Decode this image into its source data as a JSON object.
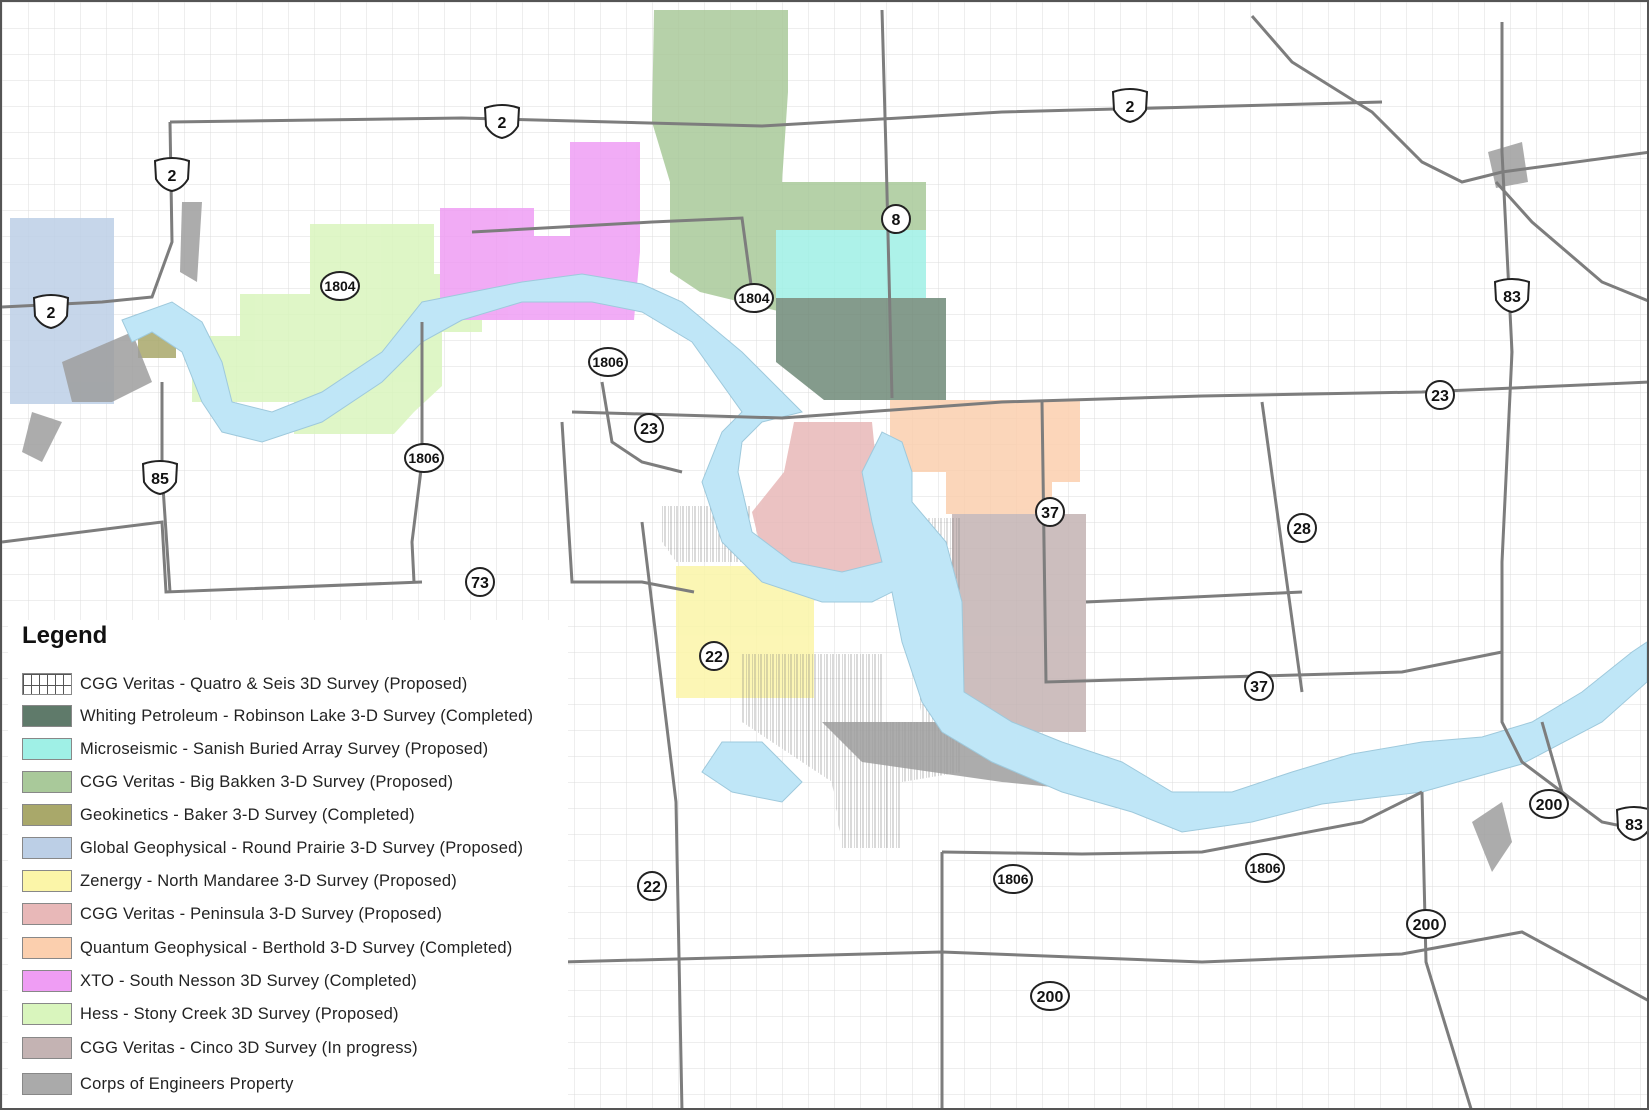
{
  "legend": {
    "title": "Legend",
    "items": [
      {
        "label": "CGG Veritas - Quatro & Seis 3D Survey (Proposed)",
        "color": "#ffffff",
        "pattern": "grid"
      },
      {
        "label": "Whiting Petroleum - Robinson Lake 3-D Survey (Completed)",
        "color": "#5f7a6a"
      },
      {
        "label": "Microseismic - Sanish Buried Array Survey (Proposed)",
        "color": "#9ff0e6"
      },
      {
        "label": "CGG Veritas - Big Bakken 3-D Survey (Proposed)",
        "color": "#a9c99a"
      },
      {
        "label": "Geokinetics - Baker 3-D Survey (Completed)",
        "color": "#a9a86a"
      },
      {
        "label": "Global Geophysical - Round Prairie 3-D Survey (Proposed)",
        "color": "#bccfe6"
      },
      {
        "label": "Zenergy - North Mandaree 3-D Survey (Proposed)",
        "color": "#fbf5a8"
      },
      {
        "label": "CGG Veritas - Peninsula 3-D Survey (Proposed)",
        "color": "#e8b8b8"
      },
      {
        "label": "Quantum Geophysical - Berthold 3-D Survey (Completed)",
        "color": "#fbcfae"
      },
      {
        "label": "XTO - South Nesson 3D Survey (Completed)",
        "color": "#ef9df4"
      },
      {
        "label": "Hess - Stony Creek 3D Survey (Proposed)",
        "color": "#d9f5bd"
      },
      {
        "label": "CGG Veritas - Cinco 3D Survey (In progress)",
        "color": "#c4b3b3"
      },
      {
        "label": "Corps of Engineers Property",
        "color": "#aaaaaa"
      }
    ]
  },
  "shields": {
    "us": [
      {
        "label": "2"
      },
      {
        "label": "2"
      },
      {
        "label": "2"
      },
      {
        "label": "2"
      },
      {
        "label": "85"
      },
      {
        "label": "83"
      },
      {
        "label": "83"
      }
    ],
    "state": [
      {
        "label": "1804"
      },
      {
        "label": "1804"
      },
      {
        "label": "1806"
      },
      {
        "label": "1806"
      },
      {
        "label": "1806"
      },
      {
        "label": "1806"
      },
      {
        "label": "8"
      },
      {
        "label": "23"
      },
      {
        "label": "23"
      },
      {
        "label": "73"
      },
      {
        "label": "22"
      },
      {
        "label": "22"
      },
      {
        "label": "37"
      },
      {
        "label": "37"
      },
      {
        "label": "28"
      },
      {
        "label": "200"
      },
      {
        "label": "200"
      },
      {
        "label": "200"
      }
    ]
  },
  "colors": {
    "water": "#bfe6f7",
    "corps": "#9e9e9e",
    "roads": "#7d7d7d",
    "grid": "#dcdcdc"
  }
}
